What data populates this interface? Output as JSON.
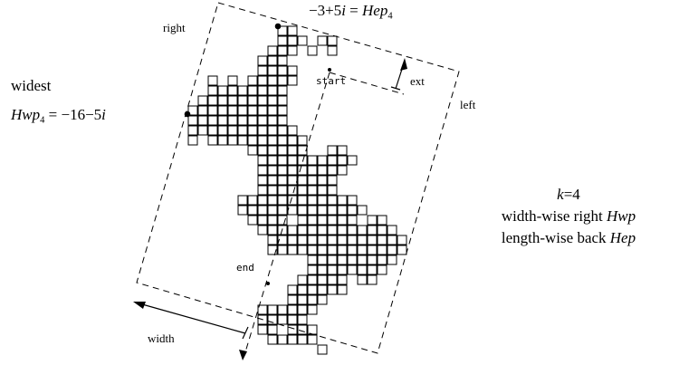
{
  "labels": {
    "right": "right",
    "left": "left",
    "ext": "ext",
    "width": "width",
    "start": "start",
    "end": "end",
    "widest": "widest"
  },
  "points": {
    "hep_eq_pre": "−3+5",
    "hep_i": "i",
    "hep_eq_mid": " = ",
    "hep_name": "Hep",
    "hep_sub": "4",
    "hwp_name": "Hwp",
    "hwp_sub": "4",
    "hwp_eq_mid": " = −16−5",
    "hwp_i": "i"
  },
  "caption": {
    "k_var": "k",
    "k_eq": "=4",
    "line2_text": "width-wise right ",
    "line2_var": "Hwp",
    "line3_text": "length-wise back ",
    "line3_var": "Hep"
  }
}
